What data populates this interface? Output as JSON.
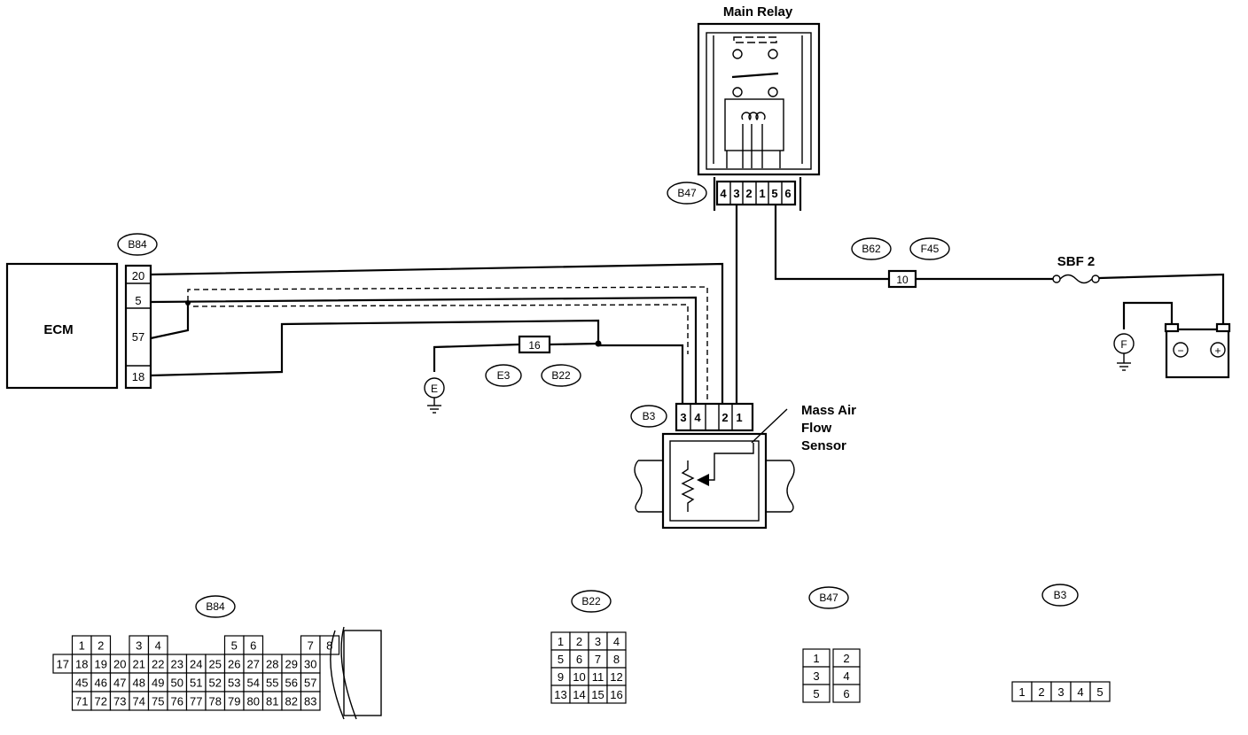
{
  "ecm": {
    "label": "ECM",
    "connector": "B84",
    "pins": [
      "20",
      "5",
      "57",
      "18"
    ]
  },
  "main_relay": {
    "label": "Main Relay",
    "connector": "B47",
    "pins": [
      "4",
      "3",
      "2",
      "1",
      "5",
      "6"
    ]
  },
  "maf": {
    "label_lines": [
      "Mass Air",
      "Flow",
      "Sensor"
    ],
    "connector": "B3",
    "pins": [
      "3",
      "4",
      "2",
      "1"
    ]
  },
  "joint_connectors": [
    "B62",
    "F45",
    "E3",
    "B22"
  ],
  "inline_pins": {
    "b62_f45": "10",
    "e3_b22": "16"
  },
  "fuse": "SBF 2",
  "grounds": [
    "E",
    "F"
  ],
  "battery": {
    "neg": "−",
    "pos": "+"
  },
  "views": {
    "b84": {
      "title": "B84",
      "row1": [
        "1",
        "2",
        "3",
        "4",
        "5",
        "6",
        "7",
        "8"
      ],
      "row2": [
        "17",
        "18",
        "19",
        "20",
        "21",
        "22",
        "23",
        "24",
        "25",
        "26",
        "27",
        "28",
        "29",
        "30"
      ],
      "row3": [
        "45",
        "46",
        "47",
        "48",
        "49",
        "50",
        "51",
        "52",
        "53",
        "54",
        "55",
        "56",
        "57"
      ],
      "row4": [
        "71",
        "72",
        "73",
        "74",
        "75",
        "76",
        "77",
        "78",
        "79",
        "80",
        "81",
        "82",
        "83"
      ]
    },
    "b22": {
      "title": "B22",
      "pins": [
        "1",
        "2",
        "3",
        "4",
        "5",
        "6",
        "7",
        "8",
        "9",
        "10",
        "11",
        "12",
        "13",
        "14",
        "15",
        "16"
      ]
    },
    "b47": {
      "title": "B47",
      "pins": [
        "1",
        "2",
        "3",
        "4",
        "5",
        "6"
      ]
    },
    "b3": {
      "title": "B3",
      "pins": [
        "1",
        "2",
        "3",
        "4",
        "5"
      ]
    }
  }
}
